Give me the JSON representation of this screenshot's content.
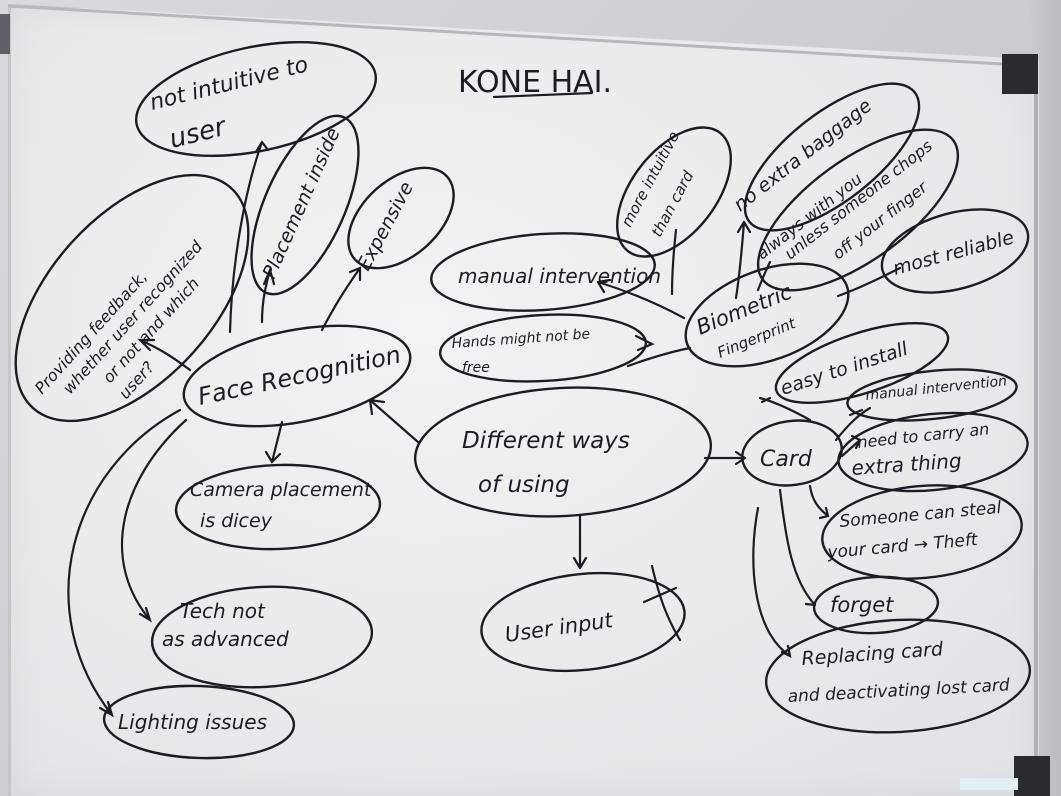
{
  "board": {
    "title": "KONE HAI.",
    "center": [
      "Different ways",
      "of using"
    ],
    "face_recognition": {
      "label": "Face Recognition",
      "not_intuitive": [
        "not intuitive to",
        "user"
      ],
      "feedback": [
        "Providing feedback,",
        "whether user recognized",
        "or not and which",
        "user?"
      ],
      "placement_inside": "Placement inside",
      "expensive": "Expensive",
      "camera": [
        "Camera placement",
        "is dicey"
      ],
      "tech": [
        "Tech not",
        "as advanced"
      ],
      "lighting": "Lighting issues"
    },
    "biometric": {
      "label": [
        "Biometric",
        "Fingerprint"
      ],
      "manual": "manual intervention",
      "hands": [
        "Hands might not be",
        "free"
      ],
      "more_intuitive": [
        "more intuitive",
        "than card"
      ],
      "baggage": "no extra baggage",
      "always": [
        "always with you",
        "unless someone chops",
        "off your finger"
      ],
      "reliable": "most reliable"
    },
    "card": {
      "label": "Card",
      "easy": "easy to install",
      "manual": "manual intervention",
      "carry": [
        "need to carry an",
        "extra thing"
      ],
      "steal": [
        "Someone can steal",
        "your card → Theft"
      ],
      "forget": "forget",
      "replacing": [
        "Replacing card",
        "and deactivating lost card"
      ]
    },
    "user_input": "User input"
  },
  "colors": {
    "ink": "#1b1d22",
    "board": "#eceeee",
    "frame": "#2a2b2e"
  }
}
